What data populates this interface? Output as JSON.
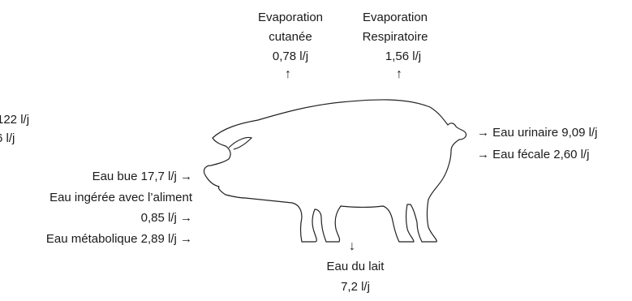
{
  "top": {
    "evap_cutanee": {
      "line1": "Evaporation",
      "line2": "cutanée",
      "value": "0,78 l/j"
    },
    "evap_resp": {
      "line1": "Evaporation",
      "line2": "Respiratoire",
      "value": "1,56 l/j"
    }
  },
  "left_cut": {
    "line1": "122 l/j",
    "line2": "6 l/j"
  },
  "inputs": {
    "eau_bue": "Eau bue 17,7 l/j",
    "ingeree_line1": "Eau ingérée avec l’aliment",
    "ingeree_line2": "0,85 l/j",
    "metabolique": "Eau métabolique 2,89 l/j"
  },
  "outputs": {
    "urinaire": "Eau urinaire 9,09 l/j",
    "fecale": "Eau fécale 2,60 l/j"
  },
  "bottom": {
    "lait_line1": "Eau du lait",
    "lait_value": "7,2 l/j"
  },
  "arrows": {
    "right": "→",
    "up": "↑",
    "down": "↓"
  }
}
